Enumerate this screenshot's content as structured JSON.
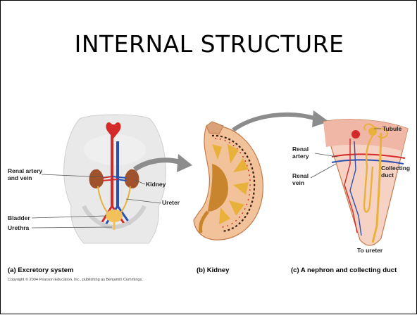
{
  "slide": {
    "title": "INTERNAL STRUCTURE"
  },
  "panel_a": {
    "labels": {
      "renal_artery_vein_line1": "Renal artery",
      "renal_artery_vein_line2": "and vein",
      "kidney": "Kidney",
      "ureter": "Ureter",
      "bladder": "Bladder",
      "urethra": "Urethra"
    },
    "caption": "(a) Excretory system"
  },
  "panel_b": {
    "caption": "(b) Kidney"
  },
  "panel_c": {
    "labels": {
      "tubule": "Tubule",
      "renal_artery_line1": "Renal",
      "renal_artery_line2": "artery",
      "renal_vein_line1": "Renal",
      "renal_vein_line2": "vein",
      "collecting_duct_line1": "Collecting",
      "collecting_duct_line2": "duct",
      "to_ureter": "To ureter"
    },
    "caption": "(c) A nephron and collecting duct"
  },
  "copyright": "Copyright © 2004 Pearson Education, Inc., publishing as Benjamin Cummings.",
  "colors": {
    "artery": "#d42a2a",
    "vein": "#2d4fb0",
    "kidney_tissue": "#f2c29a",
    "medulla": "#e8b23a",
    "pelvis": "#c9852e",
    "arrow": "#8c8c8c",
    "torso": "#e9e9e9"
  }
}
